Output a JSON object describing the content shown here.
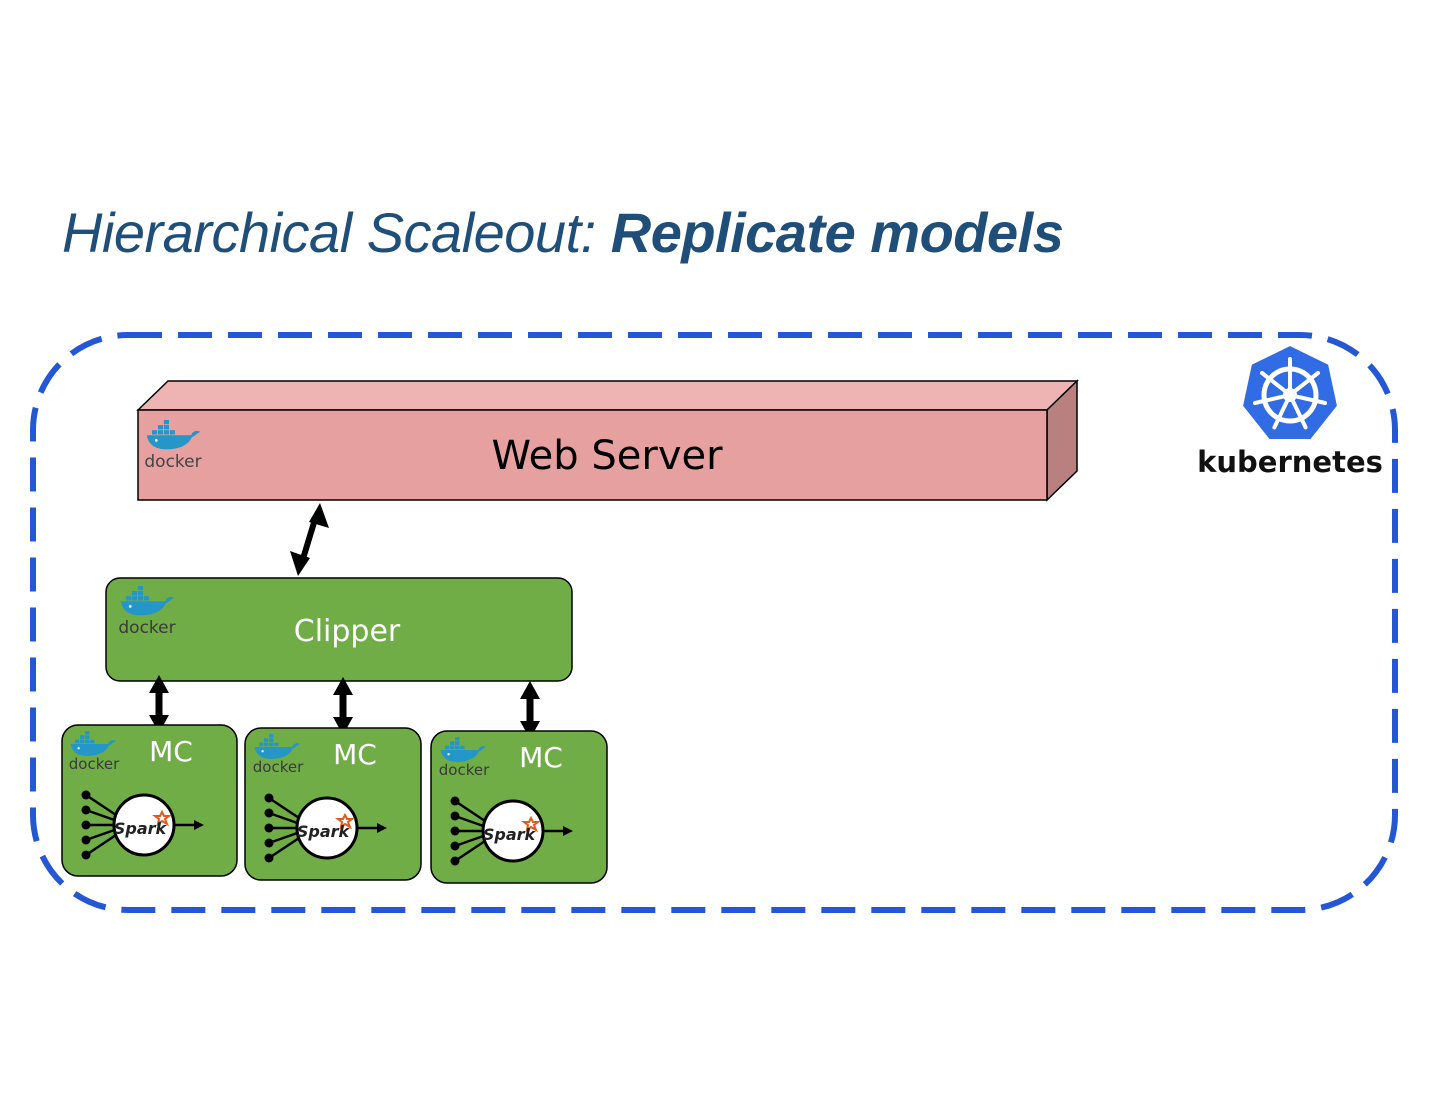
{
  "title": {
    "prefix": "Hierarchical Scaleout: ",
    "emphasis": "Replicate models"
  },
  "colors": {
    "title": "#1f4e79",
    "cluster_border": "#2457d6",
    "web_server_front": "#e6a0a0",
    "web_server_top": "#eeb4b4",
    "web_server_side": "#b98080",
    "green_box": "#70ad47",
    "kubernetes_blue": "#326ce5",
    "docker_blue": "#2496c8",
    "spark_orange": "#e25a1c"
  },
  "cluster": {
    "logo_label": "kubernetes"
  },
  "web_server": {
    "label": "Web Server",
    "logo_label": "docker"
  },
  "clipper": {
    "label": "Clipper",
    "logo_label": "docker"
  },
  "model_containers": [
    {
      "label": "MC",
      "logo_label": "docker",
      "spark_label": "Spark"
    },
    {
      "label": "MC",
      "logo_label": "docker",
      "spark_label": "Spark"
    },
    {
      "label": "MC",
      "logo_label": "docker",
      "spark_label": "Spark"
    }
  ],
  "icons": {
    "cluster": "kubernetes-icon",
    "container": "docker-icon",
    "framework": "apache-spark-icon",
    "arrow": "double-headed-arrow"
  }
}
